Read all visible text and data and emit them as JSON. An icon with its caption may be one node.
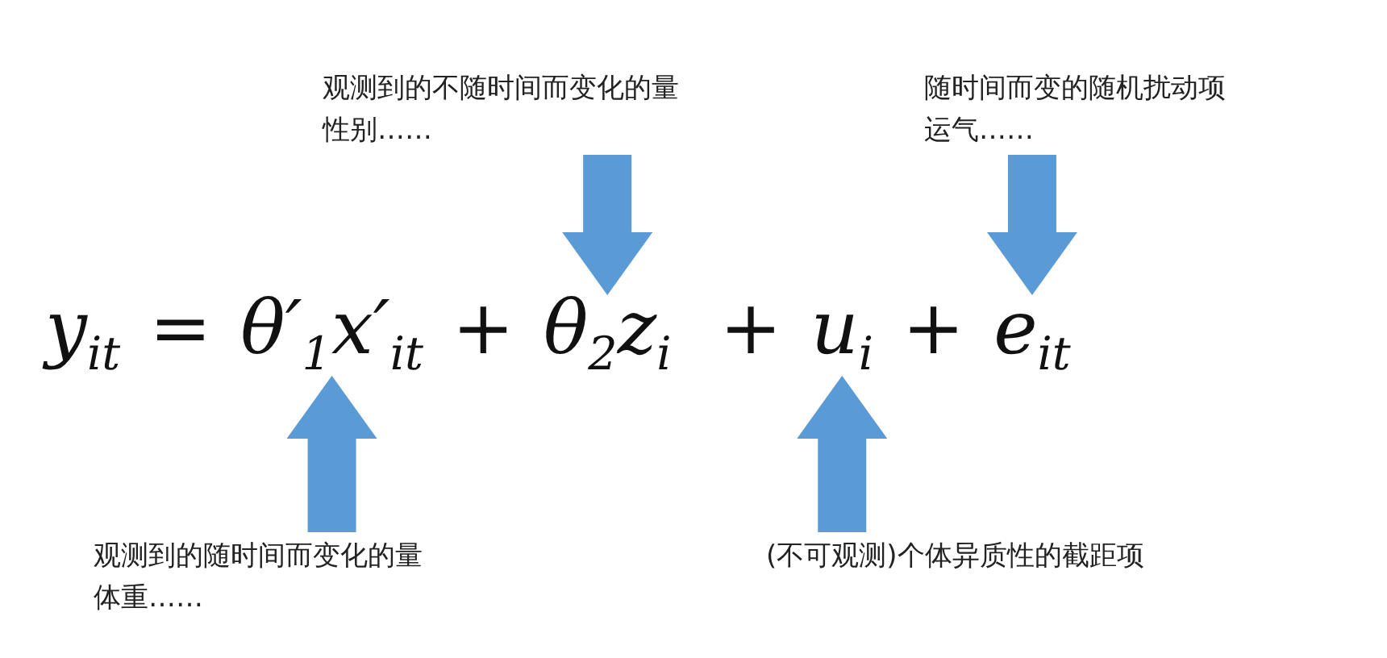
{
  "diagram": {
    "nodes": [
      {
        "text": [
          "观测到的不随时间而变化的量",
          "性别……"
        ]
      },
      {
        "text": [
          "随时间而变的随机扰动项",
          "运气……"
        ]
      },
      {
        "text": [
          "观测到的随时间而变化的量",
          "体重……"
        ]
      },
      {
        "text": [
          "(不可观测)个体异质性的截距项"
        ]
      },
      {
        "text": [
          "θ′$_{1}$x′$_{it}$"
        ]
      },
      {
        "text": [
          "θ$_{2}$z$_{i}$"
        ]
      },
      {
        "text": [
          "u$_{i}$"
        ]
      },
      {
        "text": [
          "e$_{it}$"
        ]
      }
    ],
    "edges": [
      {
        "from": 0,
        "to": 5,
        "arrow": "to"
      },
      {
        "from": 1,
        "to": 7,
        "arrow": "to"
      },
      {
        "from": 2,
        "to": 4,
        "arrow": "to"
      },
      {
        "from": 3,
        "to": 6,
        "arrow": "to"
      }
    ],
    "labels": [
      "y$_{it}$",
      "=",
      "+",
      "+",
      "+"
    ]
  }
}
